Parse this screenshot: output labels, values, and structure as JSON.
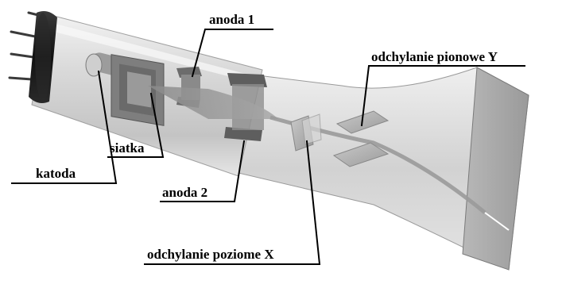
{
  "labels": {
    "anoda1": "anoda 1",
    "odchylanie_pionowe": "odchylanie pionowe Y",
    "siatka": "siatka",
    "katoda": "katoda",
    "anoda2": "anoda 2",
    "odchylanie_poziome": "odchylanie poziome X"
  },
  "colors": {
    "background": "#ffffff",
    "text": "#000000",
    "leader_lines": "#000000",
    "glass": "#d6d6d6",
    "electrode_dark": "#555555",
    "socket": "#1a1a1a",
    "screen": "#bdbdbd"
  }
}
